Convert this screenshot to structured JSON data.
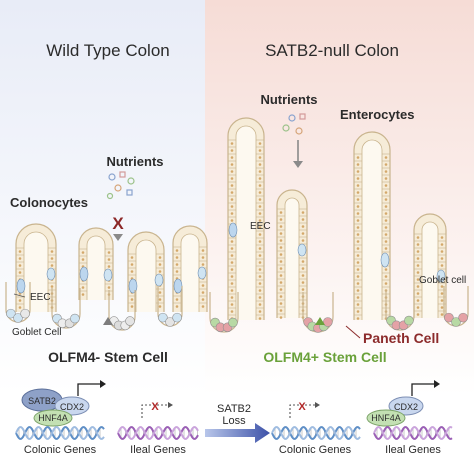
{
  "panels": {
    "left_title": "Wild Type Colon",
    "right_title": "SATB2-null Colon"
  },
  "labels": {
    "nutrients_left": "Nutrients",
    "nutrients_right": "Nutrients",
    "blocked_mark": "X",
    "colonocytes": "Colonocytes",
    "enterocytes": "Enterocytes",
    "eec_left": "EEC",
    "eec_right": "EEC",
    "goblet_left": "Goblet Cell",
    "goblet_right": "Goblet cell",
    "paneth": "Paneth Cell",
    "stem_left": "OLFM4- Stem Cell",
    "stem_right": "OLFM4+ Stem Cell"
  },
  "legend": {
    "satb2": "SATB2",
    "cdx2_left": "CDX2",
    "hnf4a_left": "HNF4A",
    "colonic_genes_left": "Colonic Genes",
    "blocked_left": "X",
    "ileal_genes_left": "Ileal Genes",
    "arrow_line1": "SATB2",
    "arrow_line2": "Loss",
    "blocked_right": "X",
    "colonic_genes_right": "Colonic Genes",
    "cdx2_right": "CDX2",
    "hnf4a_right": "HNF4A",
    "ileal_genes_right": "Ileal Genes"
  },
  "colors": {
    "left_bg": "#e9edf7",
    "right_bg": "#f8e4e0",
    "cell_fill": "#f6ecd8",
    "cell_stroke": "#c9b48e",
    "eec": "#bcd6ee",
    "goblet": "#cfe4f2",
    "paneth": "#e4a2a6",
    "stem": "#b8d9a4",
    "satb2": "#8ea1c8",
    "cdx2": "#c9d7ee",
    "hnf4a": "#c3e0b3",
    "dna_blue": "#5f8fc6",
    "dna_purple": "#9a5fb5",
    "green_label": "#6aa13a",
    "paneth_label": "#8c2b2b"
  }
}
